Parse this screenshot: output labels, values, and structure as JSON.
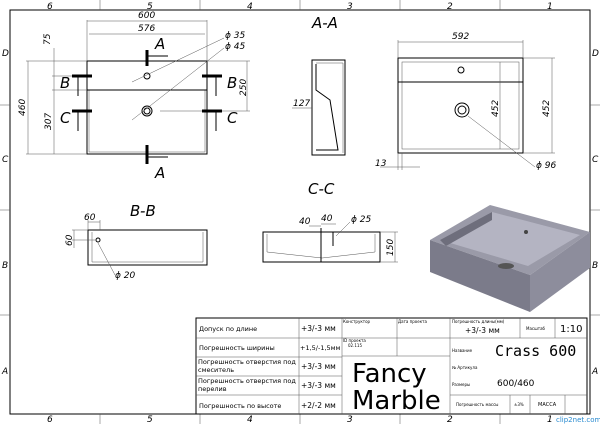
{
  "grid": {
    "columns": [
      "6",
      "5",
      "4",
      "3",
      "2",
      "1"
    ],
    "rows": [
      "D",
      "C",
      "B",
      "A"
    ]
  },
  "top_view": {
    "dim_width_outer": "600",
    "dim_width_inner": "576",
    "dim_75": "75",
    "dim_460": "460",
    "dim_307": "307",
    "dim_250": "250",
    "dia_35": "ϕ 35",
    "dia_45": "ϕ 45",
    "cut_a": "A",
    "cut_b": "B",
    "cut_c": "C"
  },
  "section_aa": {
    "title": "A-A",
    "dim_127": "127"
  },
  "right_view": {
    "dim_592": "592",
    "dim_452_inner": "452",
    "dim_452_outer": "452",
    "dim_13": "13",
    "dia_96": "ϕ 96"
  },
  "section_bb": {
    "title": "B-B",
    "dim_60_h": "60",
    "dim_60_v": "60",
    "dia_20": "ϕ 20"
  },
  "section_cc": {
    "title": "C-C",
    "dim_40_a": "40",
    "dim_40_b": "40",
    "dia_25": "ϕ 25",
    "dim_150": "150"
  },
  "title_block": {
    "tolerances": [
      {
        "label": "Допуск по длине",
        "value": "+3/-3 мм"
      },
      {
        "label": "Погрешность ширины",
        "value": "+1,5/-1,5мм"
      },
      {
        "label": "Погрешность отверстия под смеситель",
        "value": "+3/-3 мм"
      },
      {
        "label": "Погрешность отверстия под перелив",
        "value": "+3/-3 мм"
      },
      {
        "label": "Погрешность по высоте",
        "value": "+2/-2 мм"
      }
    ],
    "designer_label": "Конструктор",
    "project_date_label": "Дата проекта",
    "project_id_label": "ID проекта",
    "project_id": "02.115",
    "brand_line1": "Fancy",
    "brand_line2": "Marble",
    "length_tol_label": "Погрешность длины(мм)",
    "length_tol_value": "+3/-3 мм",
    "scale_label": "Масштаб",
    "scale_value": "1:10",
    "name_label": "Название",
    "name_value": "Crass 600",
    "article_label": "№ Артикула",
    "size_label": "Размеры",
    "size_value": "600/460",
    "mass_tol_label": "Погрешность массы",
    "mass_tol_value": "±3%",
    "mass_label": "МАССА"
  },
  "watermark": {
    "text": "clip2net.com"
  }
}
